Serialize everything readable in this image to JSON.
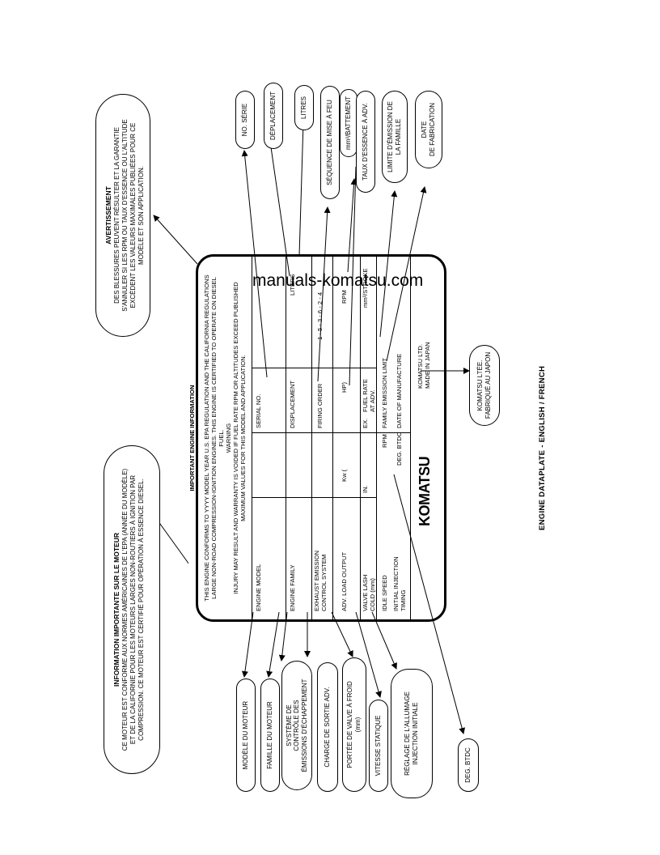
{
  "watermark": "manuals-komatsu.com",
  "caption": "ENGINE DATAPLATE - ENGLISH / FRENCH",
  "note_info": {
    "heading": "INFORMATION IMPORTANTE SUR LE MOTEUR",
    "body": "CE MOTEUR EST CONFORME AUX NORMES AMÉRICAINES DE L'EPA (ANNÉE DU MODÈLE) ET DE LA CALIFORNIE POUR LES MOTEURS LARGES NON-ROUTIERS À IGNITION PAR COMPRESSION. CE MOTEUR EST CERTIFIÉ POUR OPÉRATION À ESSENCE DIESEL."
  },
  "note_warning": {
    "heading": "AVERTISSEMENT",
    "body": "DES BLESSURES PEUVENT RÉSULTER ET LA GARANTIE S'ANNULER SI LES RPM OU TAUX D'ESSENCE OU L'ALTITUDE EXCÈDENT LES VALEURS MAXIMALES PUBLIÉES POUR CE MODÈLE ET SON APPLICATION."
  },
  "plate": {
    "title": "IMPORTANT ENGINE INFORMATION",
    "statement": "THIS ENGINE CONFORMS TO YYYY MODEL YEAR U.S. EPA REGULATION AND THE CALIFORNIA REGULATIONS LARGE NON-ROAD COMPRESSION-IGNITION ENGINES. THIS ENGINE IS CERTIFIED TO OPERATE ON DIESEL FUEL.",
    "warning_title": "WARNING",
    "warning": "INJURY MAY RESULT AND WARRANTY IS VOIDED IF FUEL RATE RPM OR ALTITUDES EXCEED PUBLISHED MAXIMUM VALUES FOR THIS MODEL AND APPLICATION.",
    "engine_model": "ENGINE MODEL",
    "serial_no": "SERIAL NO.",
    "engine_family": "ENGINE FAMILY",
    "displacement": "DISPLACEMENT",
    "liters": "LITERS",
    "exhaust_1": "EXHAUST EMISSION",
    "exhaust_2": "CONTROL SYSTEM",
    "firing_order": "FIRING ORDER",
    "firing_seq": "1 - 5 - 3 - 6 - 2 - 4",
    "adv_load": "ADV. LOAD OUTPUT",
    "kw": "Kw   (",
    "hp": "HP)",
    "rpm1": "RPM",
    "valve_1": "VALVE LASH",
    "valve_2": "COLD (mm)",
    "in": "IN.",
    "ex": "EX.",
    "fuel_1": "FUEL RATE",
    "fuel_2": "AT ADV.",
    "stroke": "mm³/STROKE",
    "idle_speed": "IDLE SPEED",
    "rpm2": "RPM",
    "fam_emission": "FAMILY EMISSION LIMIT",
    "init_1": "INITIAL INJECTION",
    "init_2": "TIMING",
    "deg_btdc": "DEG. BTDC",
    "date_mfr": "DATE OF MANUFACTURE",
    "maker_1": "KOMATSU LTD.",
    "maker_2": "MADE IN JAPAN",
    "logo": "KOMATSU"
  },
  "labels_top": {
    "no_serie": "NO. SÉRIE",
    "deplacement": "DÉPLACEMENT",
    "litres": "LITRES",
    "sequence": "SÉQUENCE DE MISE À FEU",
    "battement": "mm³/BATTEMENT",
    "taux": "TAUX D'ESSENCE À ADV.",
    "limite": "LIMITE D'ÉMISSION DE\nLA FAMILLE",
    "date": "DATE\nDE FABRICATION"
  },
  "labels_bottom": {
    "modele": "MODÈLE DU MOTEUR",
    "famille": "FAMILLE DU MOTEUR",
    "systeme": "SYSTÈME DE\nCONTRÔLE DES\nÉMISSIONS D'ÉCHAPPEMENT",
    "charge": "CHARGE DE SORTIE ADV.",
    "portee": "PORTÉE DE VALVE À FROID\n(mm)",
    "vitesse": "VITESSE STATIQUE",
    "reglage": "RÉGLAGE DE L'ALLUMAGE\nINJECTION INITIALE",
    "deg": "DEG. BTDC"
  },
  "label_komatsu": "KOMATSU LTÉE.\nFABRIQUÉ AU JAPON"
}
